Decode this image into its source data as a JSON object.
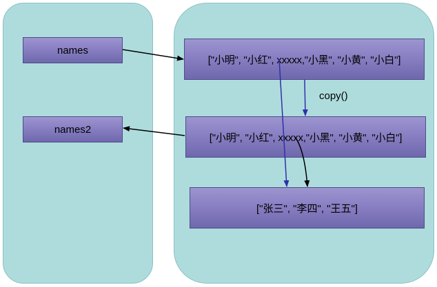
{
  "variables": {
    "names": "names",
    "names2": "names2"
  },
  "lists": {
    "original": "[\"小明\", \"小红\", xxxxx,\"小黑\", \"小黄\", \"小白\"]",
    "copy": "[\"小明\", \"小红\", xxxxx,\"小黑\", \"小黄\", \"小白\"]",
    "nested": "[\"张三\", \"李四\", \"王五\"]"
  },
  "operation": {
    "label": "copy()"
  },
  "colors": {
    "panel": "#aedcdd",
    "box_fill": "#8a82c4",
    "box_border": "#4b4b8a",
    "reference_arrow": "#000000",
    "copy_arrow": "#2f2fa8"
  }
}
